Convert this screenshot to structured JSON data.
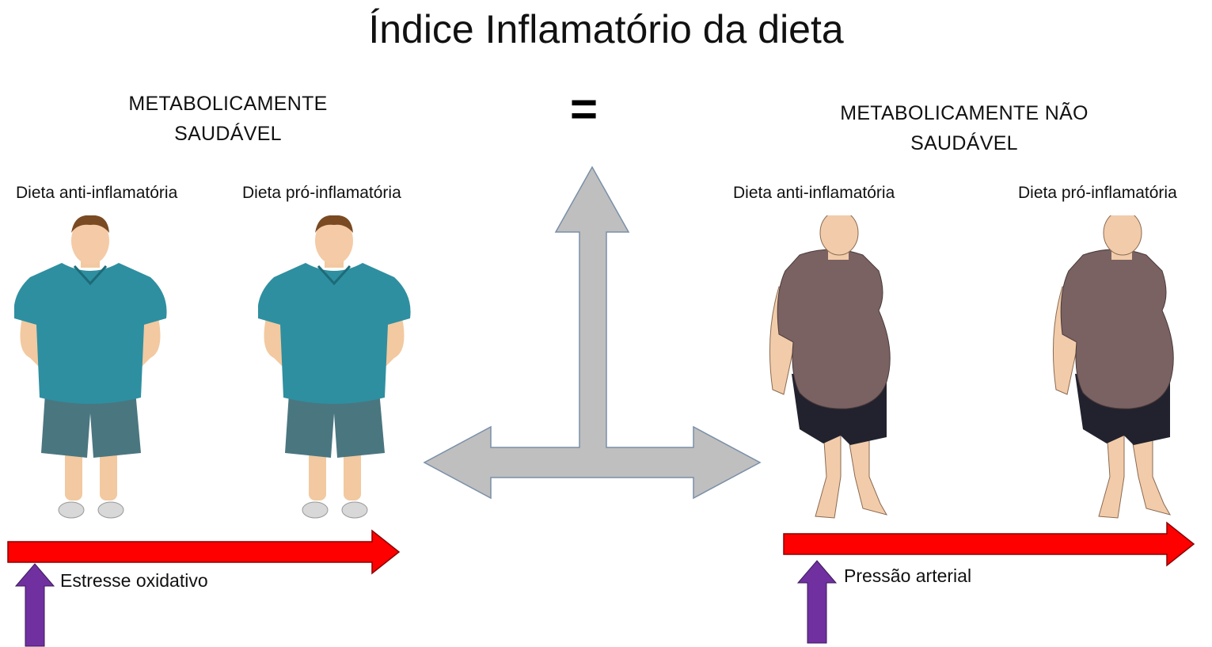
{
  "title": "Índice Inflamatório da dieta",
  "equals_sign": "=",
  "colors": {
    "bar_arrow": "#ff0000",
    "up_arrow": "#7030a0",
    "center_arrows": "#bfbfbf",
    "shirt_healthy": "#2e8fa0",
    "shorts_healthy": "#4a7680",
    "shirt_unhealthy": "#7a6262",
    "shorts_unhealthy": "#22222e"
  },
  "groups": [
    {
      "heading_line1": "METABOLICAMENTE",
      "heading_line2": "SAUDÁVEL",
      "diet_left": "Dieta anti-inflamatória",
      "diet_right": "Dieta pró-inflamatória",
      "effect": "Estresse oxidativo"
    },
    {
      "heading_line1": "METABOLICAMENTE NÃO",
      "heading_line2": "SAUDÁVEL",
      "diet_left": "Dieta anti-inflamatória",
      "diet_right": "Dieta pró-inflamatória",
      "effect": "Pressão arterial"
    }
  ]
}
